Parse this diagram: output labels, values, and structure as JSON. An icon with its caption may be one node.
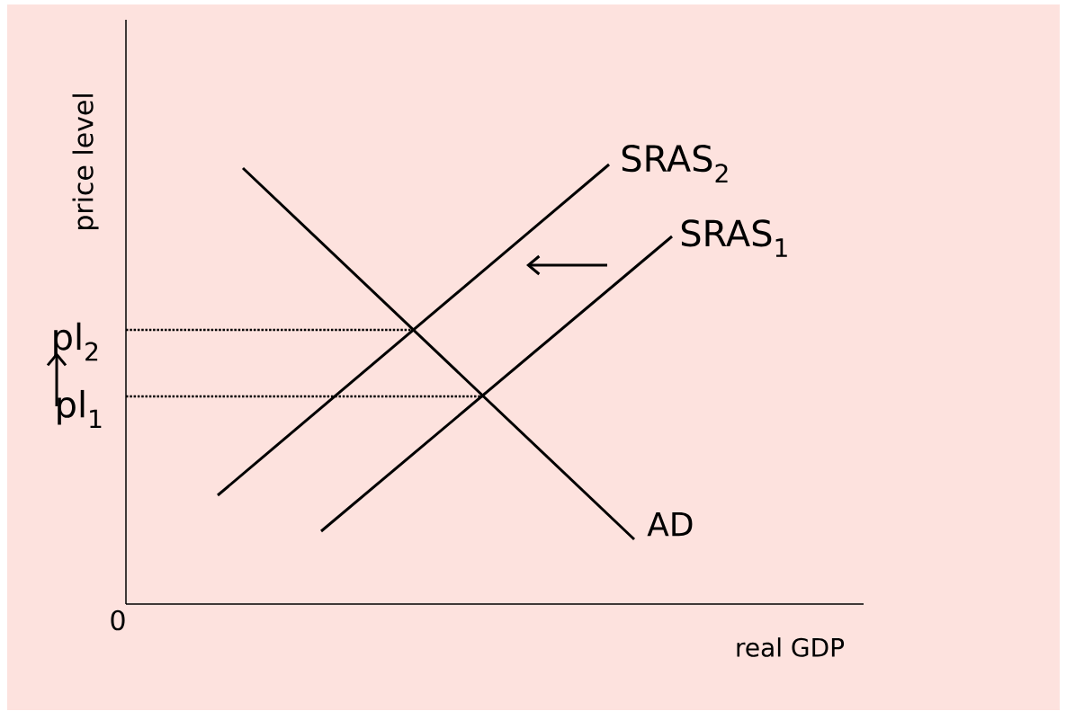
{
  "diagram": {
    "labels": [
      "price level",
      "SRAS$_{2}$",
      "SRAS$_{1}$",
      "pl$_{2}$",
      "pl$_{1}$",
      "AD",
      "0",
      "real GDP"
    ]
  }
}
